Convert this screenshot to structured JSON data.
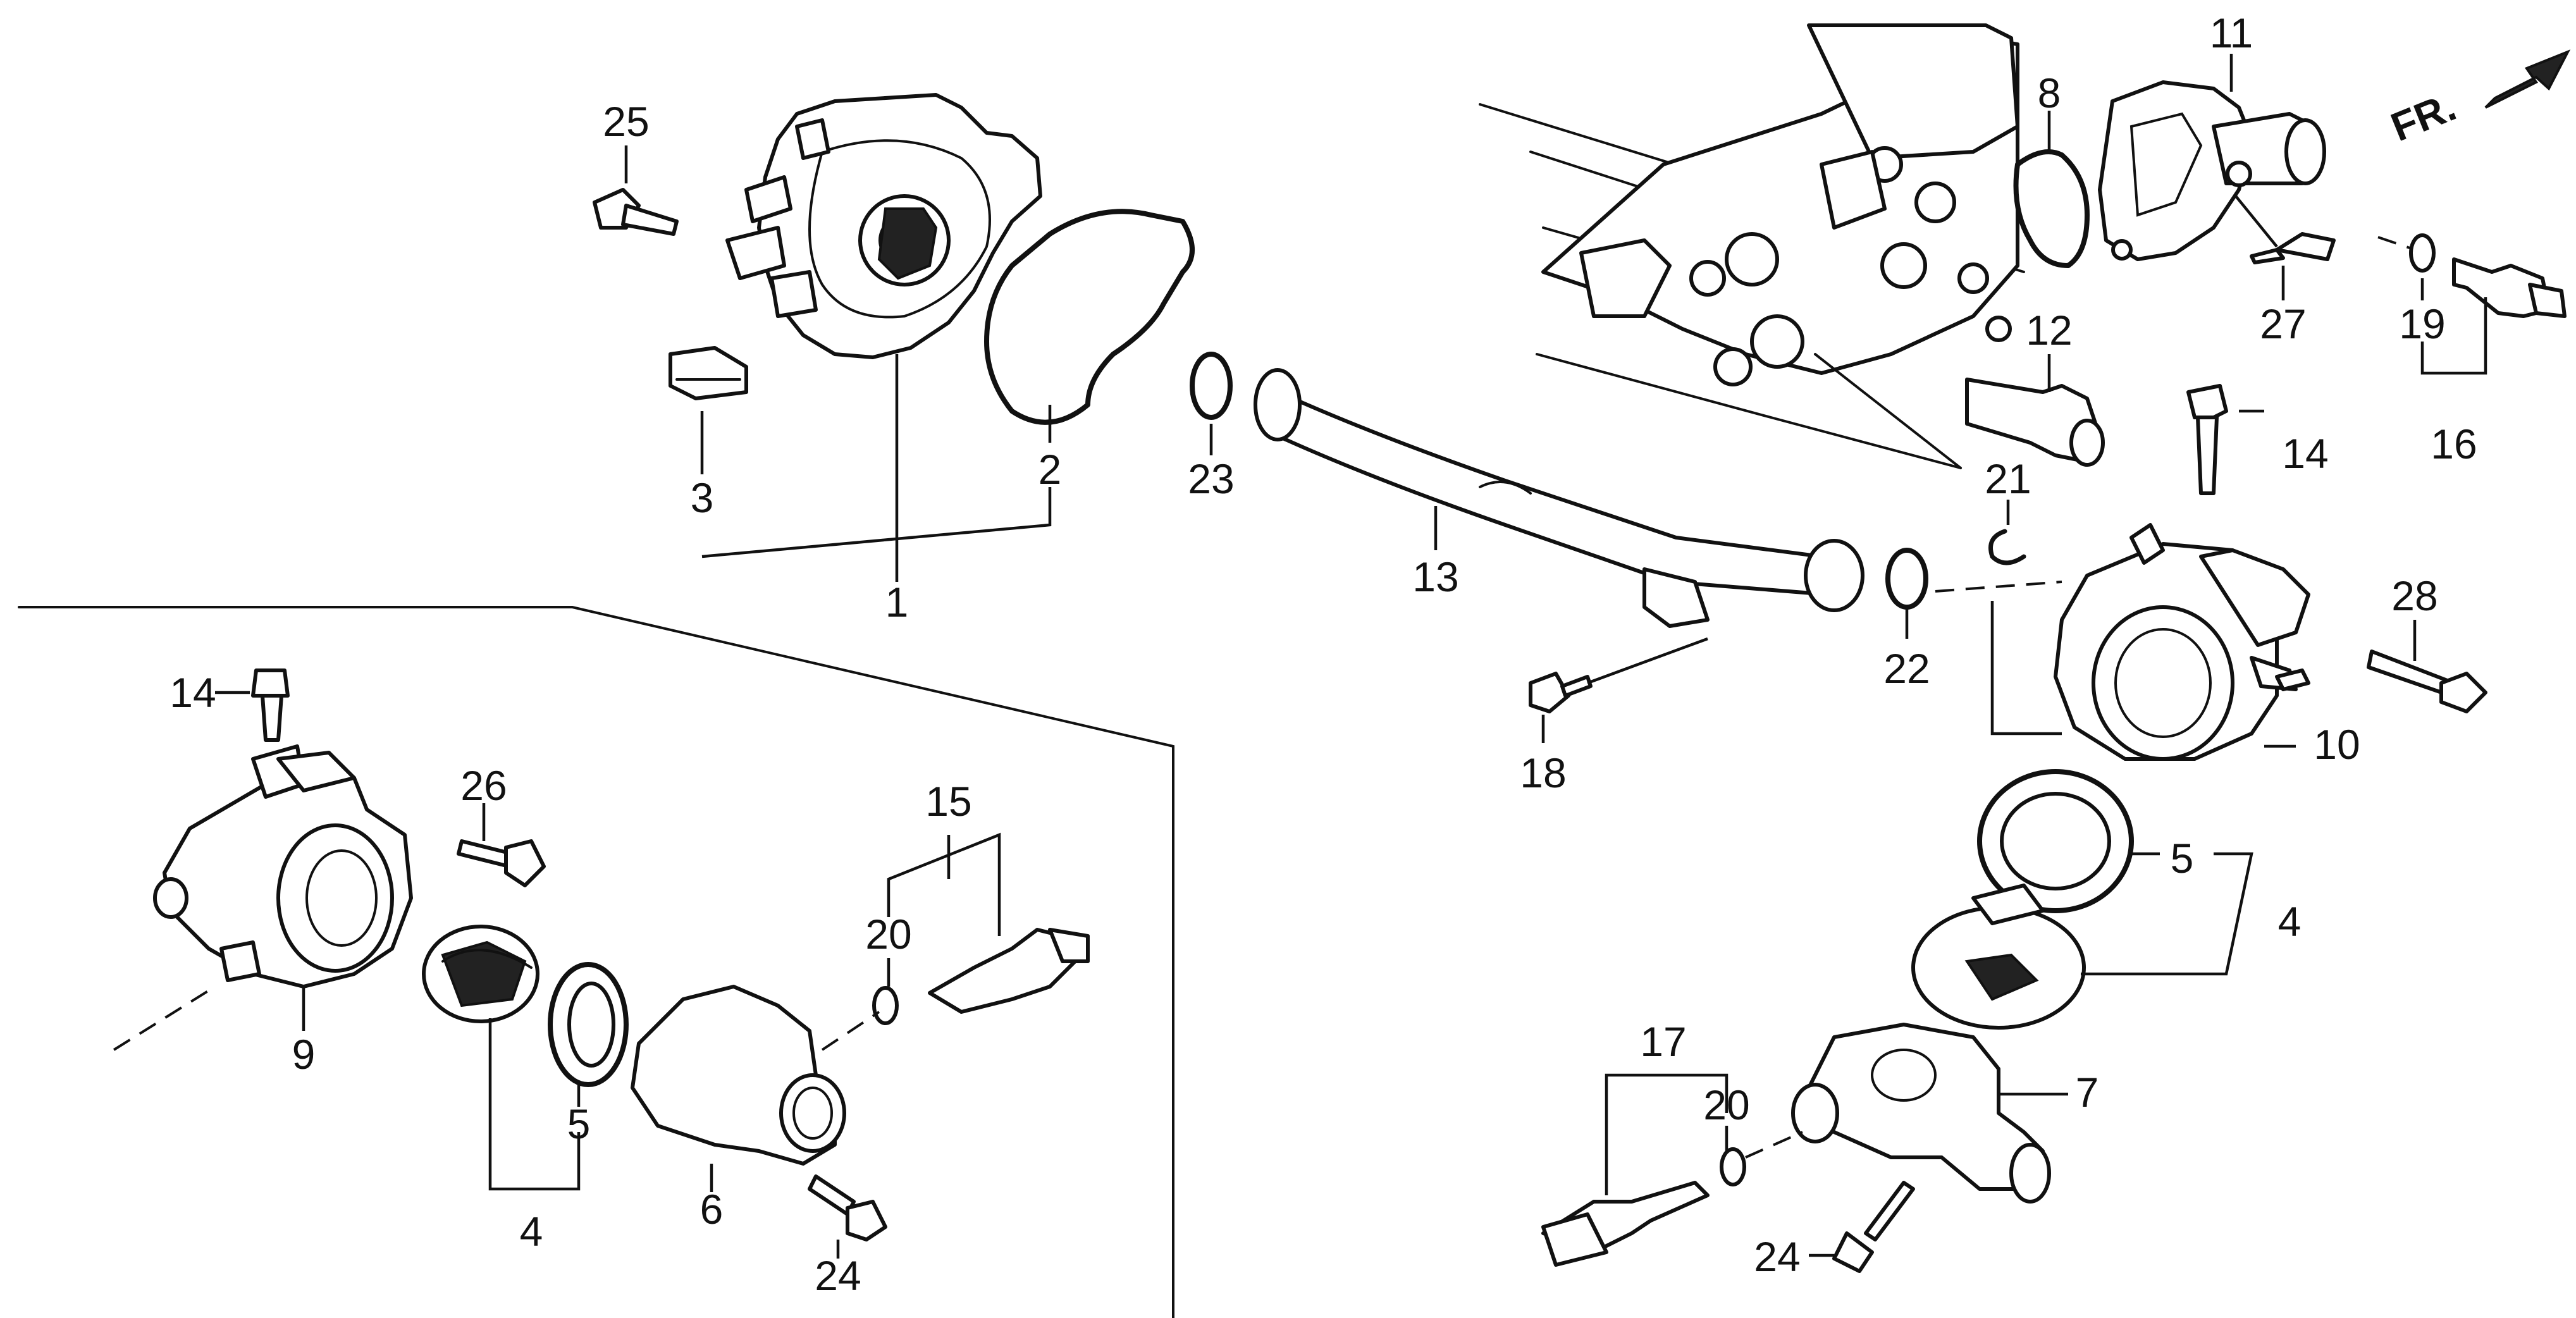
{
  "diagram": {
    "orientation_label": "FR.",
    "callouts": [
      {
        "id": "c1",
        "label": "1"
      },
      {
        "id": "c2",
        "label": "2"
      },
      {
        "id": "c3",
        "label": "3"
      },
      {
        "id": "c4a",
        "label": "4"
      },
      {
        "id": "c4b",
        "label": "4"
      },
      {
        "id": "c5a",
        "label": "5"
      },
      {
        "id": "c5b",
        "label": "5"
      },
      {
        "id": "c6",
        "label": "6"
      },
      {
        "id": "c7",
        "label": "7"
      },
      {
        "id": "c8",
        "label": "8"
      },
      {
        "id": "c9",
        "label": "9"
      },
      {
        "id": "c10",
        "label": "10"
      },
      {
        "id": "c11",
        "label": "11"
      },
      {
        "id": "c12",
        "label": "12"
      },
      {
        "id": "c13",
        "label": "13"
      },
      {
        "id": "c14a",
        "label": "14"
      },
      {
        "id": "c14b",
        "label": "14"
      },
      {
        "id": "c15",
        "label": "15"
      },
      {
        "id": "c16",
        "label": "16"
      },
      {
        "id": "c17",
        "label": "17"
      },
      {
        "id": "c18",
        "label": "18"
      },
      {
        "id": "c19",
        "label": "19"
      },
      {
        "id": "c20a",
        "label": "20"
      },
      {
        "id": "c20b",
        "label": "20"
      },
      {
        "id": "c21",
        "label": "21"
      },
      {
        "id": "c22",
        "label": "22"
      },
      {
        "id": "c23",
        "label": "23"
      },
      {
        "id": "c24a",
        "label": "24"
      },
      {
        "id": "c24b",
        "label": "24"
      },
      {
        "id": "c25",
        "label": "25"
      },
      {
        "id": "c26",
        "label": "26"
      },
      {
        "id": "c27",
        "label": "27"
      },
      {
        "id": "c28",
        "label": "28"
      }
    ]
  }
}
